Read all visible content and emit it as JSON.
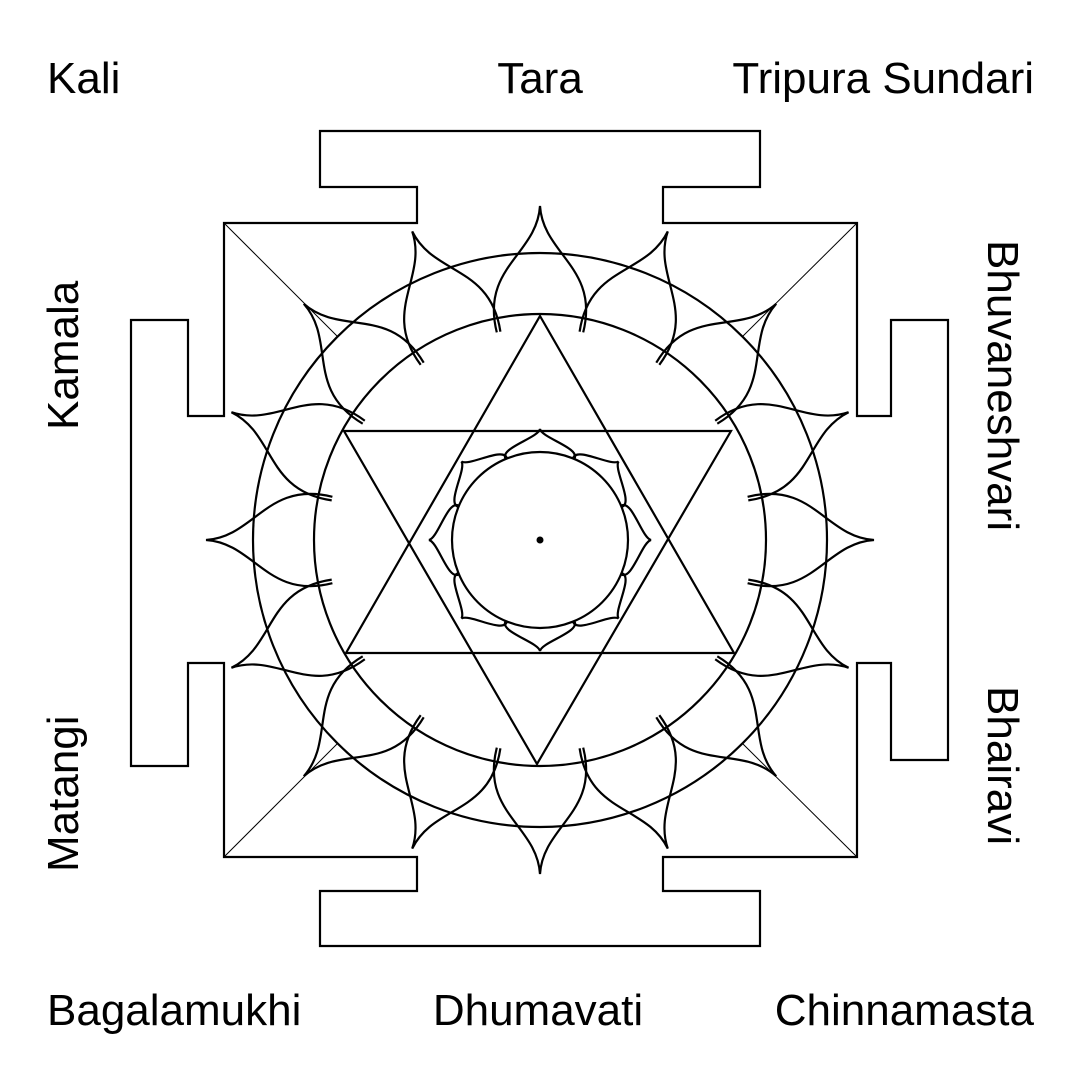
{
  "labels": {
    "top_left": "Kali",
    "top_center": "Tara",
    "top_right": "Tripura Sundari",
    "right_upper": "Bhuvaneshvari",
    "right_lower": "Bhairavi",
    "bottom_right": "Chinnamasta",
    "bottom_center": "Dhumavati",
    "bottom_left": "Bagalamukhi",
    "left_lower": "Matangi",
    "left_upper": "Kamala"
  },
  "yantra": {
    "outer_petal_count": 16,
    "inner_petal_count": 8,
    "line_color": "#000000",
    "background": "#ffffff"
  }
}
